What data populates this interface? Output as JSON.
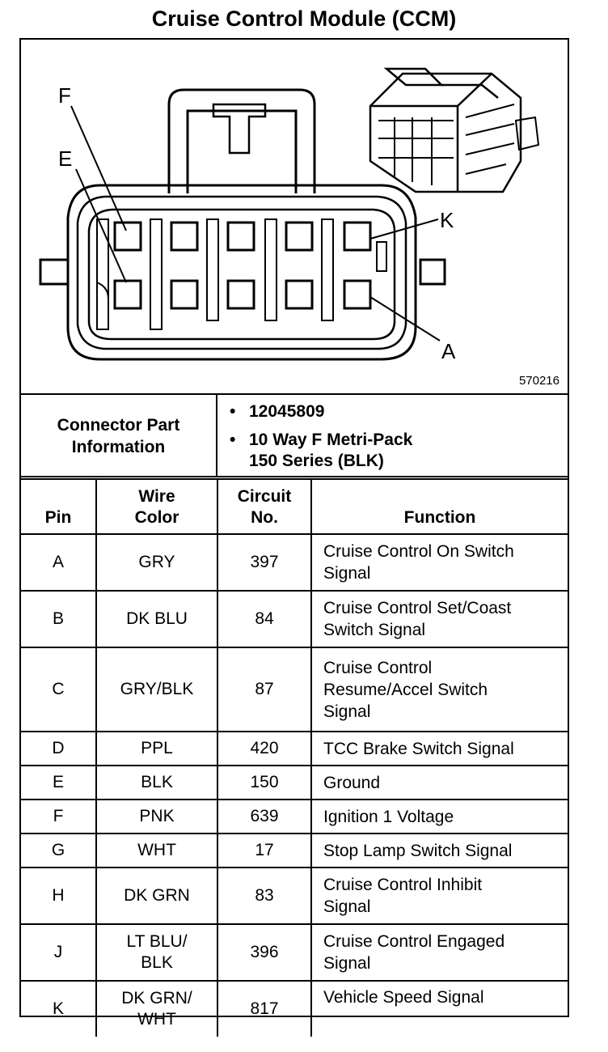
{
  "title": "Cruise Control Module (CCM)",
  "figure_number": "570216",
  "pin_labels": {
    "f": "F",
    "e": "E",
    "k": "K",
    "a": "A"
  },
  "connector_info": {
    "label_line1": "Connector Part",
    "label_line2": "Information",
    "items": [
      "12045809",
      "10 Way F Metri-Pack",
      "150 Series (BLK)"
    ],
    "bullet": "•"
  },
  "table": {
    "headers": {
      "pin": "Pin",
      "wire_line1": "Wire",
      "wire_line2": "Color",
      "circuit_line1": "Circuit",
      "circuit_line2": "No.",
      "function": "Function"
    },
    "rows": [
      {
        "pin": "A",
        "wire": [
          "GRY"
        ],
        "circuit": "397",
        "function": [
          "Cruise Control On Switch",
          "Signal"
        ]
      },
      {
        "pin": "B",
        "wire": [
          "DK BLU"
        ],
        "circuit": "84",
        "function": [
          "Cruise Control Set/Coast",
          "Switch Signal"
        ]
      },
      {
        "pin": "C",
        "wire": [
          "GRY/BLK"
        ],
        "circuit": "87",
        "function": [
          "Cruise Control",
          "Resume/Accel Switch",
          "Signal"
        ]
      },
      {
        "pin": "D",
        "wire": [
          "PPL"
        ],
        "circuit": "420",
        "function": [
          "TCC Brake Switch Signal"
        ]
      },
      {
        "pin": "E",
        "wire": [
          "BLK"
        ],
        "circuit": "150",
        "function": [
          "Ground"
        ]
      },
      {
        "pin": "F",
        "wire": [
          "PNK"
        ],
        "circuit": "639",
        "function": [
          "Ignition 1 Voltage"
        ]
      },
      {
        "pin": "G",
        "wire": [
          "WHT"
        ],
        "circuit": "17",
        "function": [
          "Stop Lamp Switch Signal"
        ]
      },
      {
        "pin": "H",
        "wire": [
          "DK GRN"
        ],
        "circuit": "83",
        "function": [
          "Cruise Control Inhibit",
          "Signal"
        ]
      },
      {
        "pin": "J",
        "wire": [
          "LT BLU/",
          "BLK"
        ],
        "circuit": "396",
        "function": [
          "Cruise Control Engaged",
          "Signal"
        ]
      },
      {
        "pin": "K",
        "wire": [
          "DK GRN/",
          "WHT"
        ],
        "circuit": "817",
        "function": [
          "Vehicle Speed Signal"
        ]
      }
    ]
  }
}
